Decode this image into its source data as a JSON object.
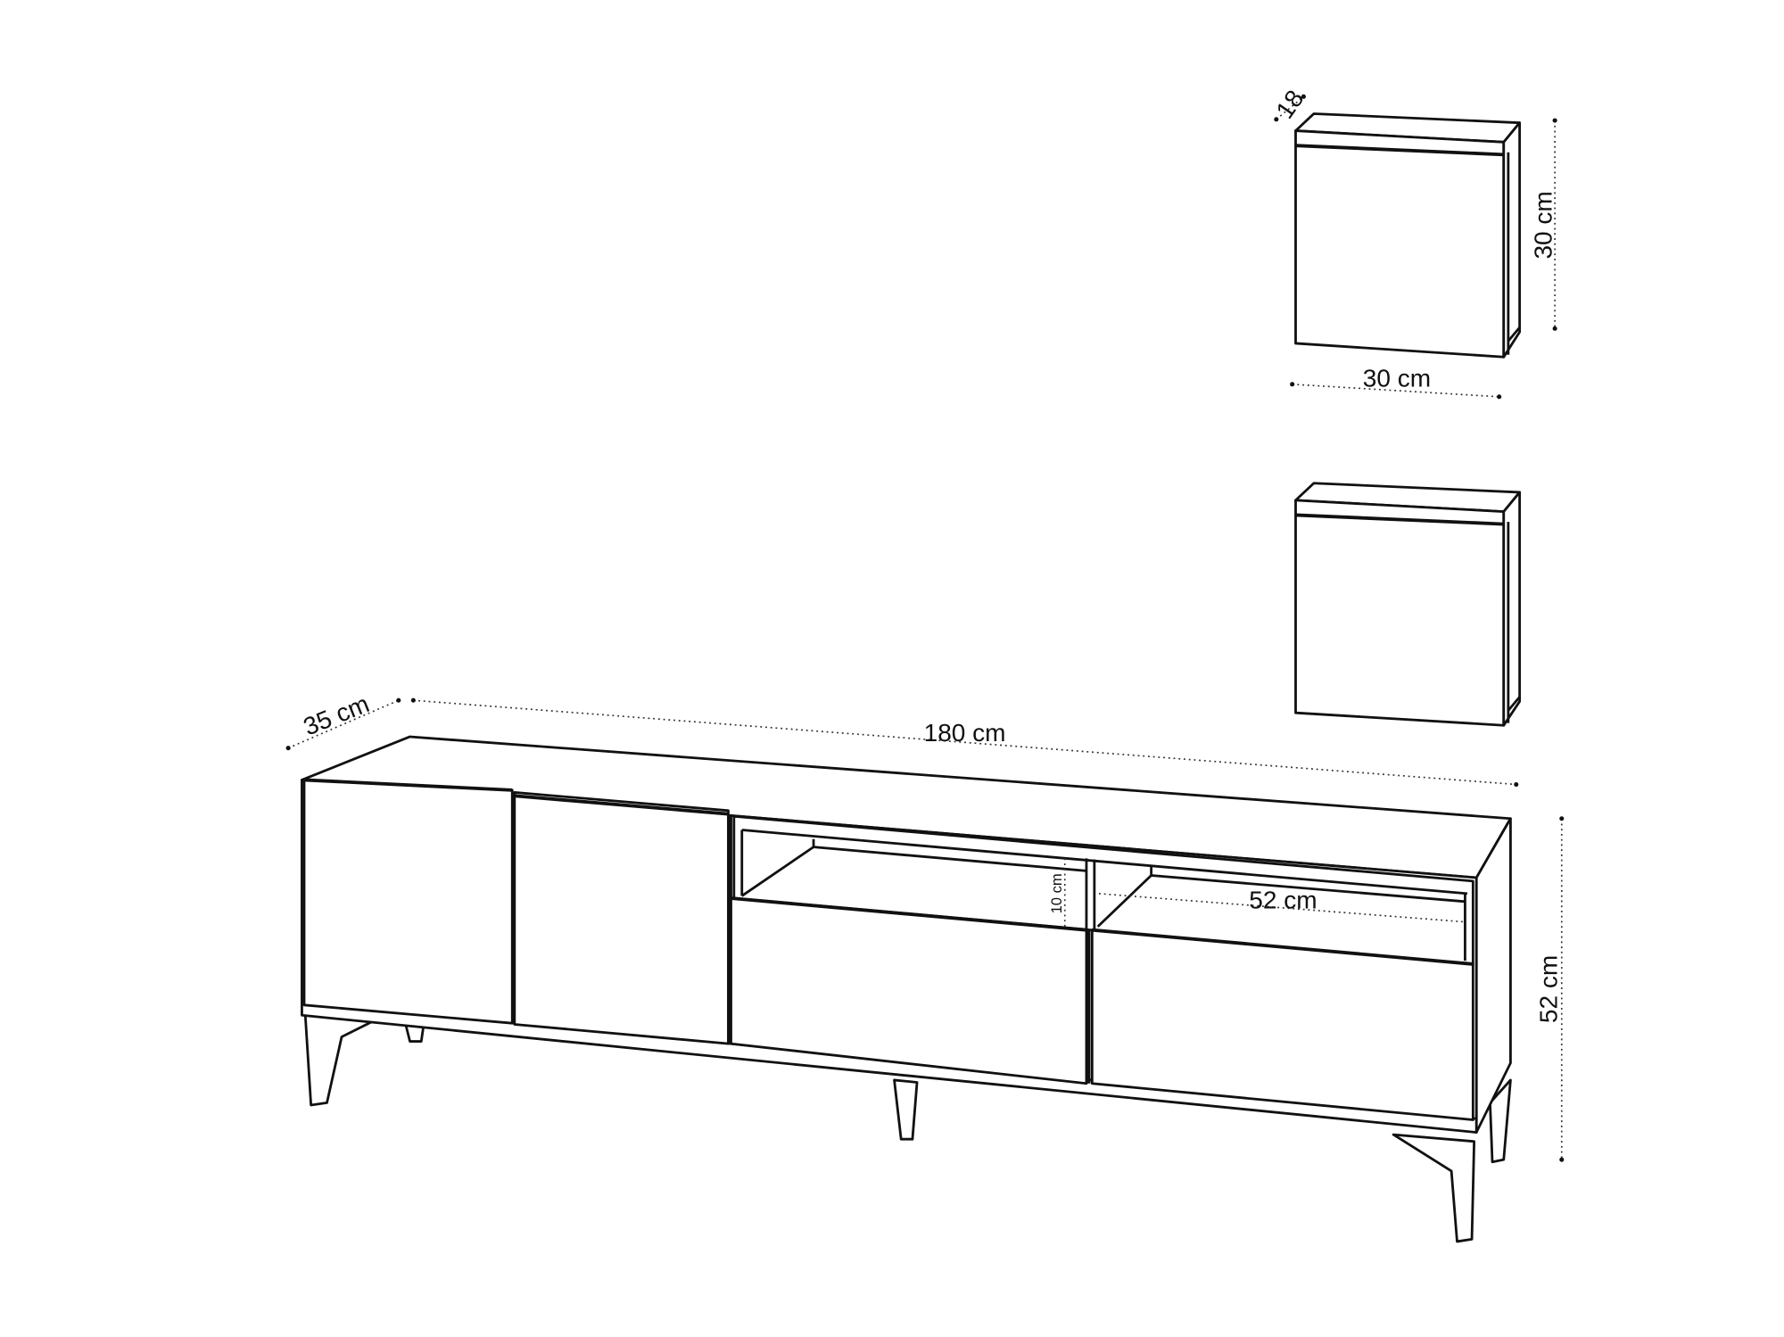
{
  "wall_shelf_top": {
    "depth_label": "18",
    "height_label": "30 cm",
    "width_label": "30 cm"
  },
  "tv_unit": {
    "depth_label": "35 cm",
    "width_label": "180 cm",
    "height_label": "52 cm",
    "shelf_height_label": "10 cm",
    "shelf_width_label": "52 cm"
  }
}
